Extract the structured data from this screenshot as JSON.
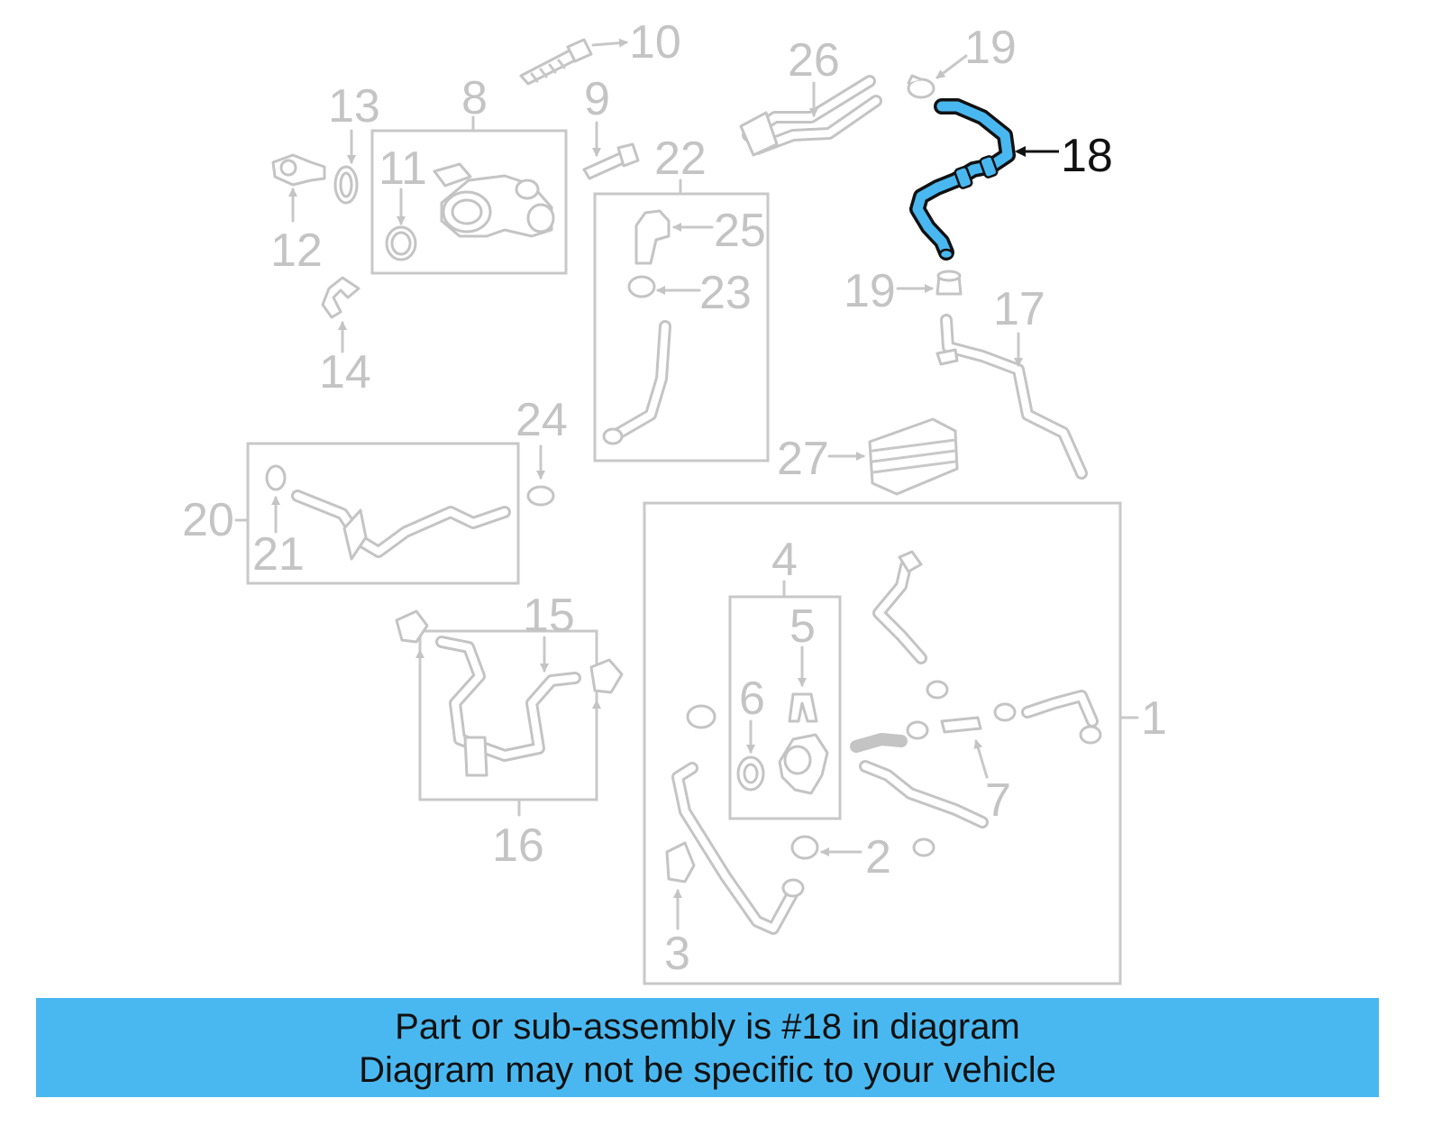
{
  "diagram": {
    "highlighted_part": "18",
    "highlight_color": "#4ab8f0",
    "callouts": [
      "1",
      "2",
      "3",
      "4",
      "5",
      "6",
      "7",
      "8",
      "9",
      "10",
      "11",
      "12",
      "13",
      "14",
      "15",
      "16",
      "17",
      "18",
      "19",
      "19",
      "20",
      "21",
      "22",
      "23",
      "24",
      "25",
      "26",
      "27"
    ]
  },
  "banner": {
    "line1": "Part or sub-assembly is #18 in diagram",
    "line2": "Diagram may not be specific to your vehicle",
    "background": "#4ab8f0"
  }
}
